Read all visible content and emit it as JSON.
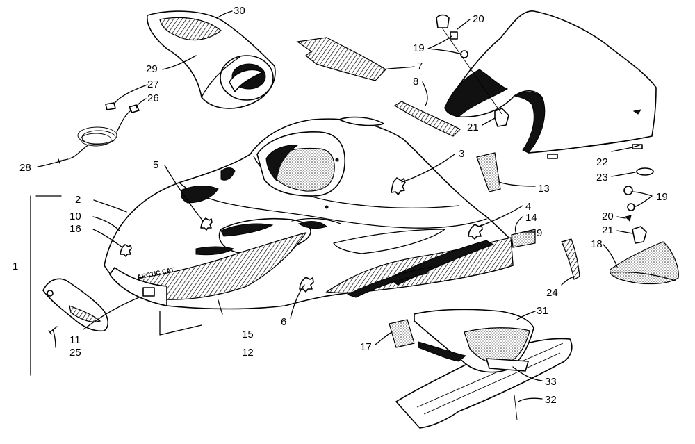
{
  "diagram": {
    "logo_text": "ARCTIC CAT",
    "callouts": [
      {
        "id": "c1",
        "text": "1"
      },
      {
        "id": "c2",
        "text": "2"
      },
      {
        "id": "c3",
        "text": "3"
      },
      {
        "id": "c4",
        "text": "4"
      },
      {
        "id": "c5",
        "text": "5"
      },
      {
        "id": "c6",
        "text": "6"
      },
      {
        "id": "c7",
        "text": "7"
      },
      {
        "id": "c8",
        "text": "8"
      },
      {
        "id": "c9",
        "text": "9"
      },
      {
        "id": "c10",
        "text": "10"
      },
      {
        "id": "c11",
        "text": "11"
      },
      {
        "id": "c12",
        "text": "12"
      },
      {
        "id": "c13",
        "text": "13"
      },
      {
        "id": "c14",
        "text": "14"
      },
      {
        "id": "c15",
        "text": "15"
      },
      {
        "id": "c16",
        "text": "16"
      },
      {
        "id": "c17",
        "text": "17"
      },
      {
        "id": "c18",
        "text": "18"
      },
      {
        "id": "c19a",
        "text": "19"
      },
      {
        "id": "c19b",
        "text": "19"
      },
      {
        "id": "c20a",
        "text": "20"
      },
      {
        "id": "c20b",
        "text": "20"
      },
      {
        "id": "c21a",
        "text": "21"
      },
      {
        "id": "c21b",
        "text": "21"
      },
      {
        "id": "c22",
        "text": "22"
      },
      {
        "id": "c23",
        "text": "23"
      },
      {
        "id": "c24",
        "text": "24"
      },
      {
        "id": "c25",
        "text": "25"
      },
      {
        "id": "c26",
        "text": "26"
      },
      {
        "id": "c27",
        "text": "27"
      },
      {
        "id": "c28",
        "text": "28"
      },
      {
        "id": "c29",
        "text": "29"
      },
      {
        "id": "c30",
        "text": "30"
      },
      {
        "id": "c31",
        "text": "31"
      },
      {
        "id": "c32",
        "text": "32"
      },
      {
        "id": "c33",
        "text": "33"
      }
    ]
  }
}
